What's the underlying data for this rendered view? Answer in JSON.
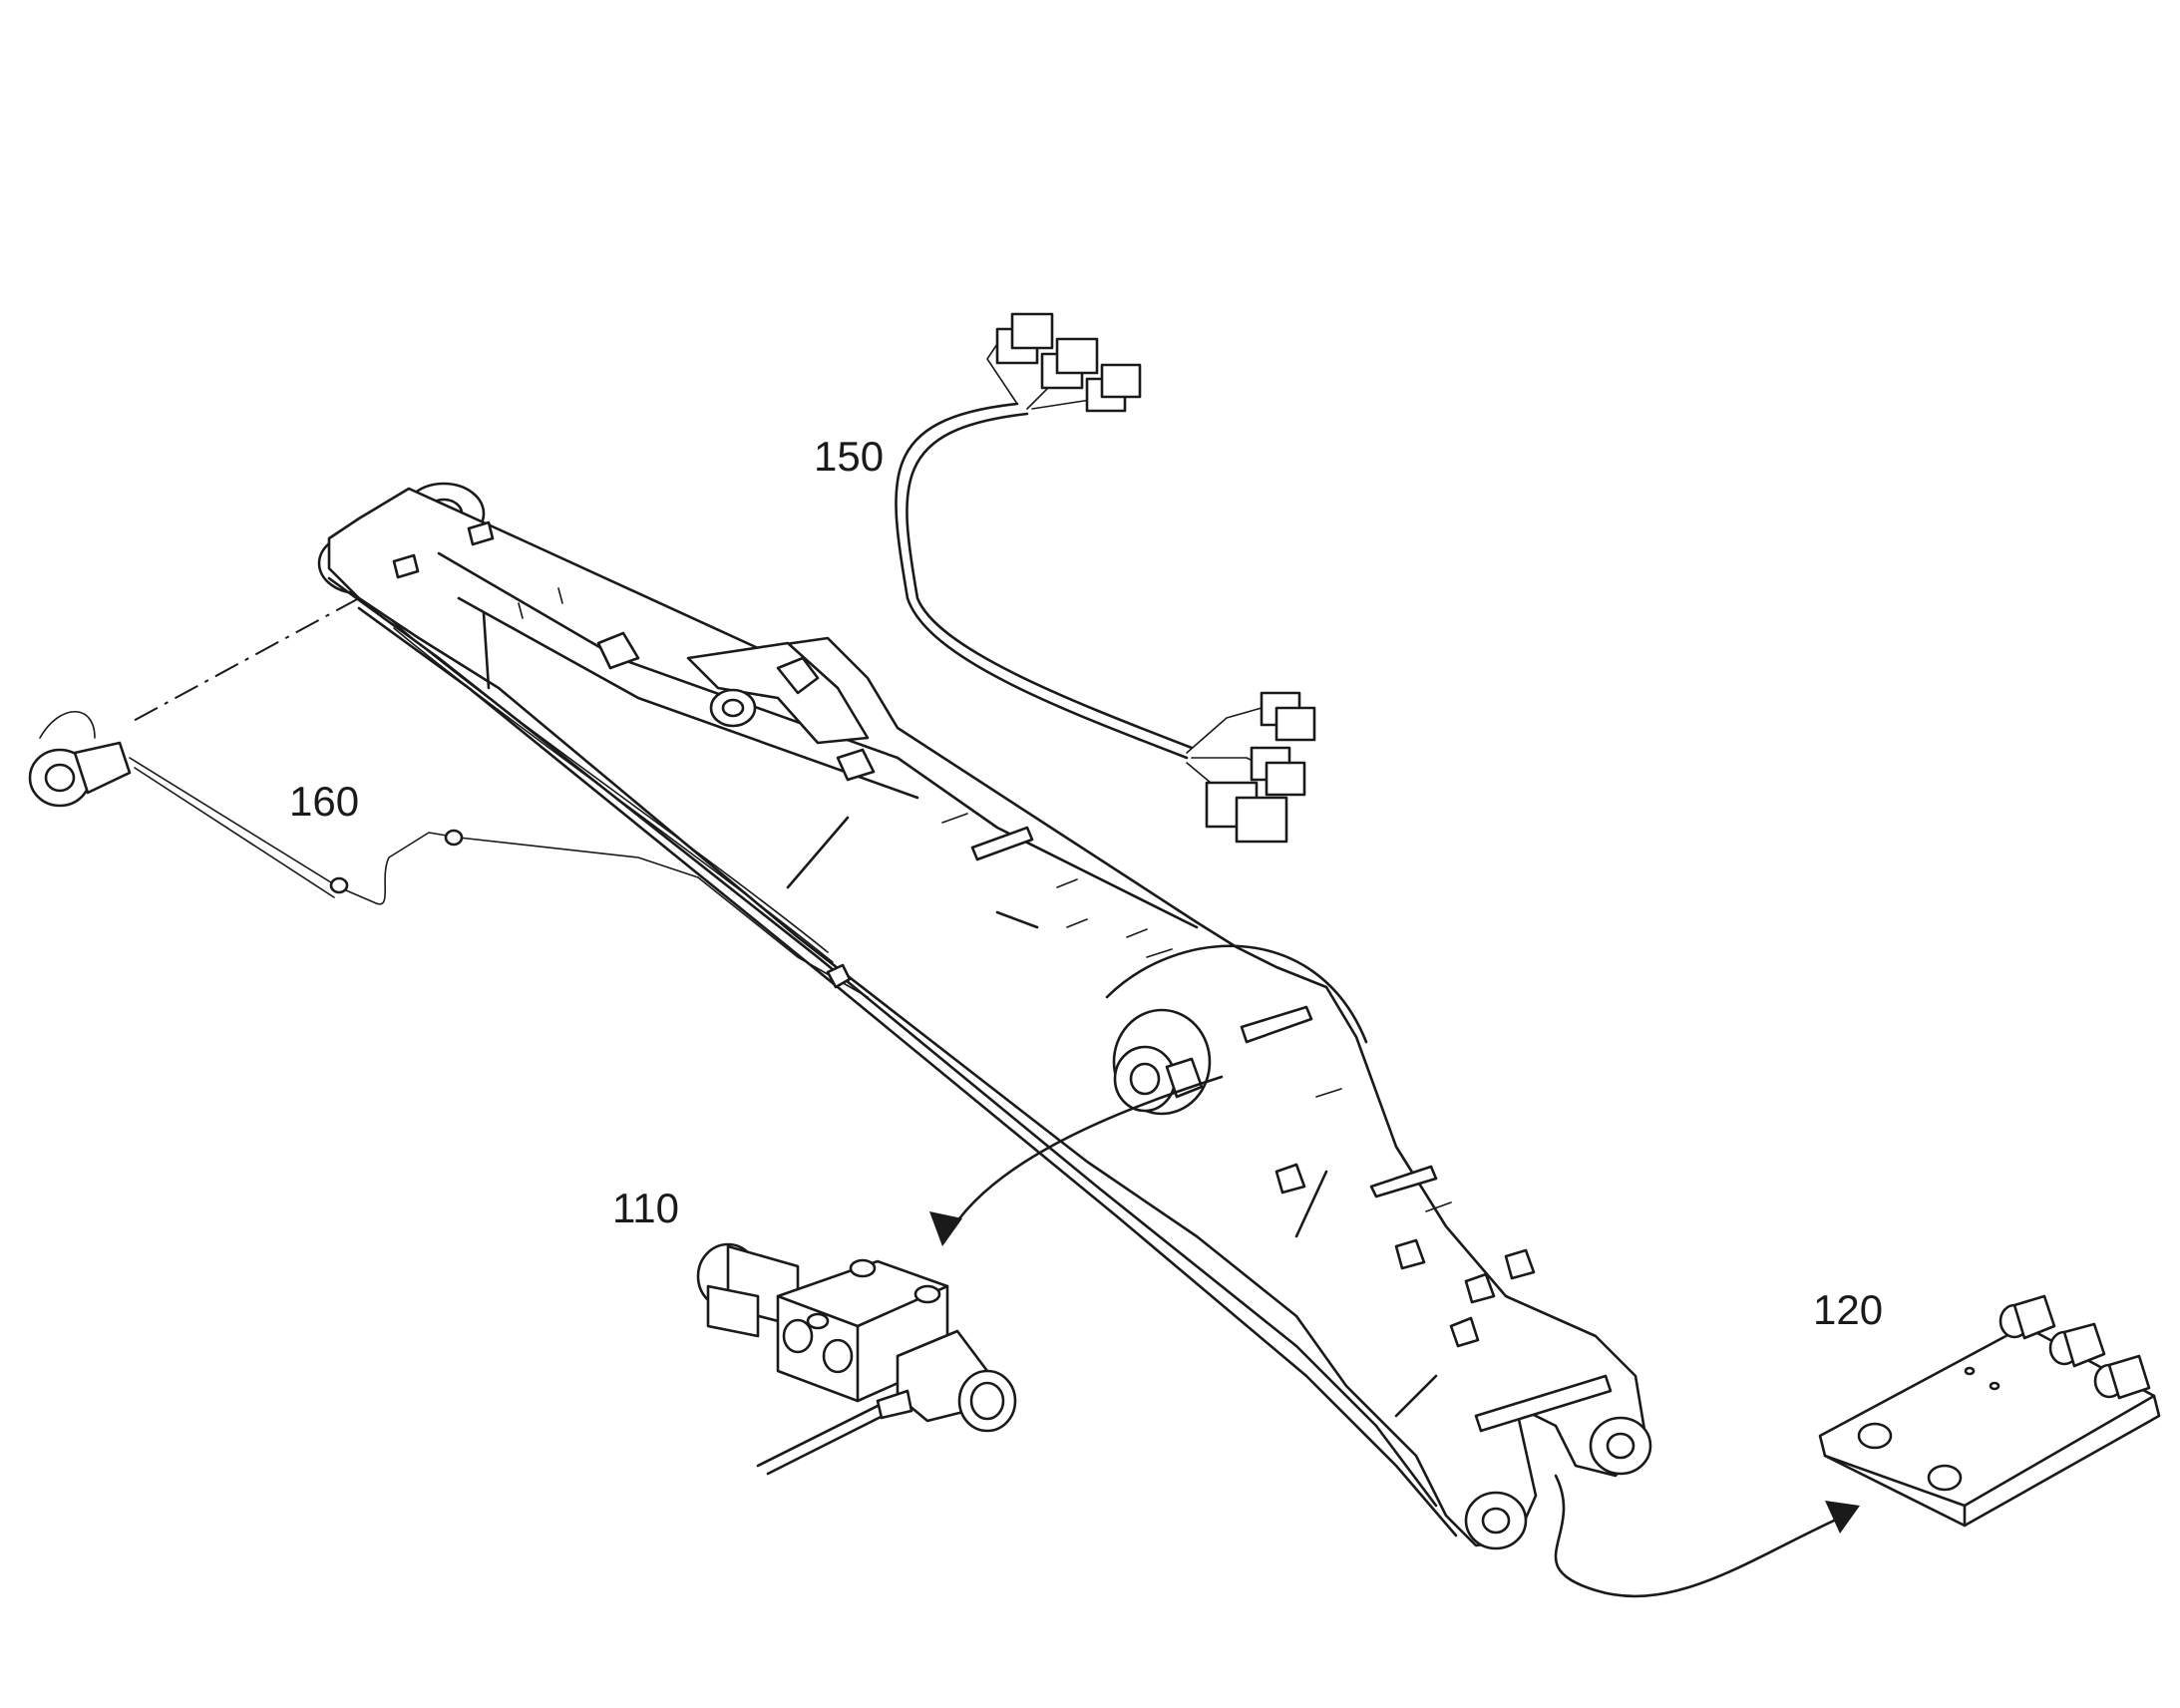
{
  "labels": {
    "l150": "150",
    "l160": "160",
    "l110": "110",
    "l120": "120"
  }
}
